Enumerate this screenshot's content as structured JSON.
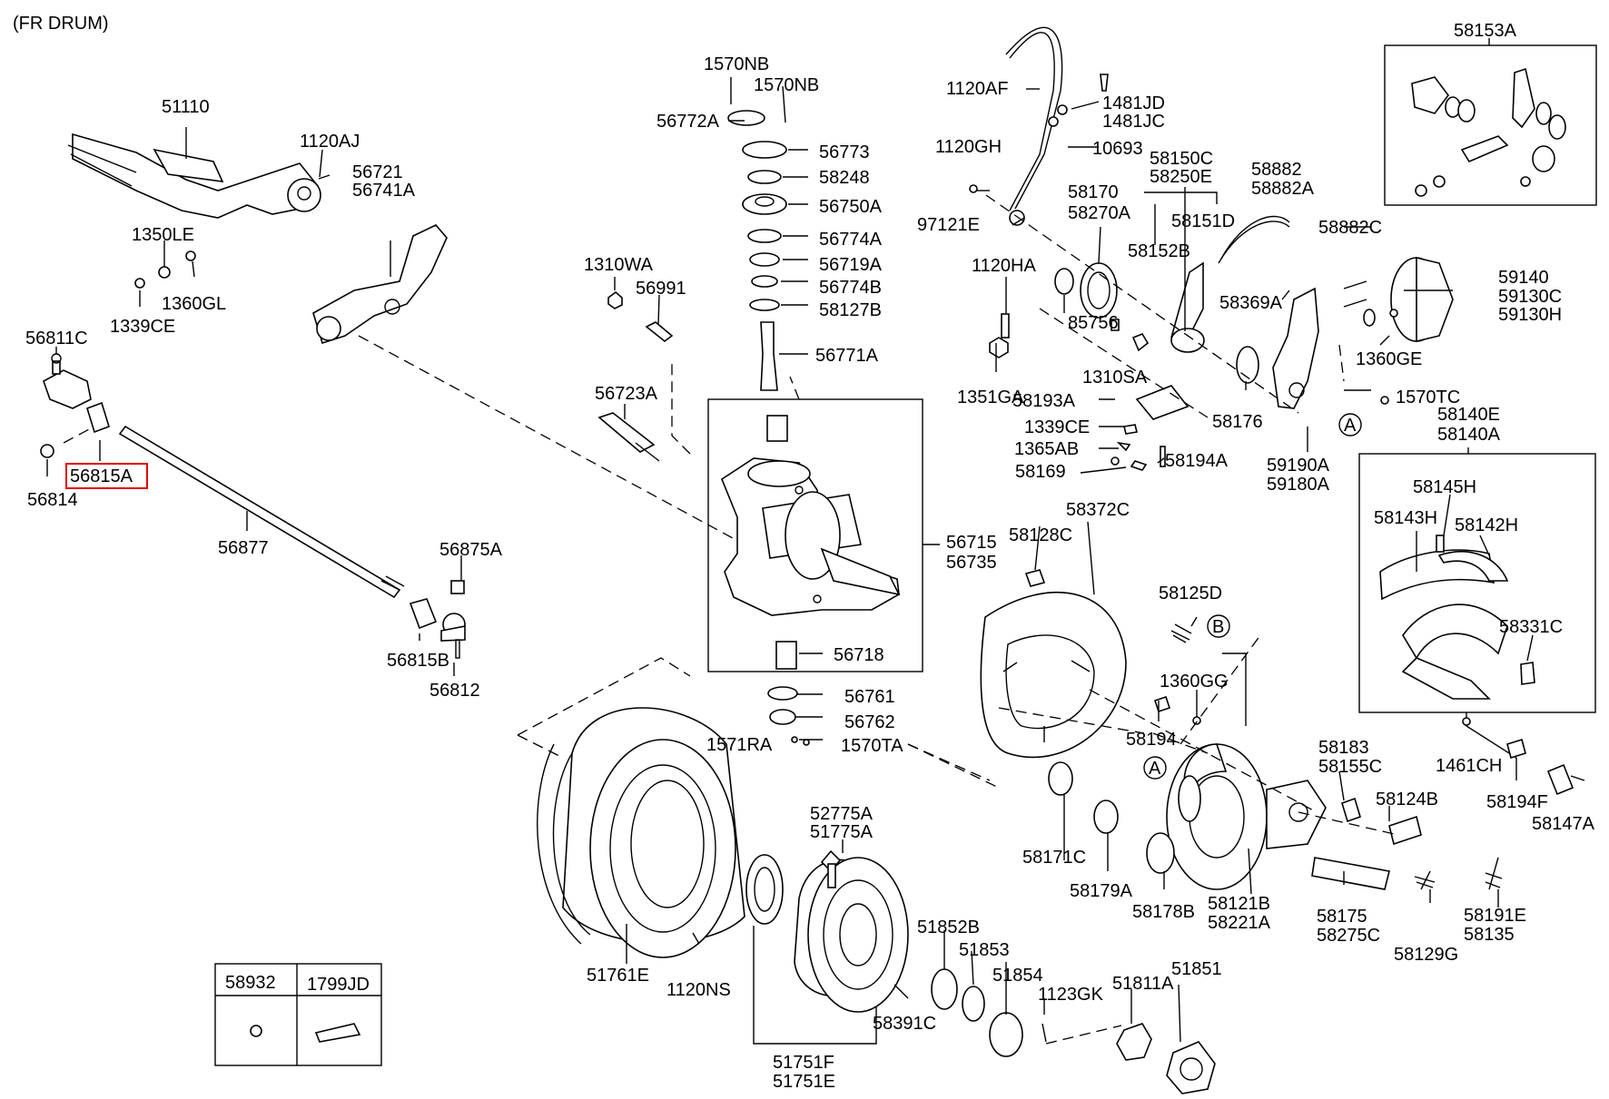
{
  "title": "(FR DRUM)",
  "highlight_color": "#e00000",
  "highlighted_part": "56815A",
  "labels": {
    "p51110": "51110",
    "p1120AJ": "1120AJ",
    "p56721": "56721",
    "p56741A": "56741A",
    "p1350LE": "1350LE",
    "p1360GL": "1360GL",
    "p1339CE_a": "1339CE",
    "p56811C": "56811C",
    "p56815A": "56815A",
    "p56814": "56814",
    "p56877": "56877",
    "p56875A": "56875A",
    "p56815B": "56815B",
    "p56812": "56812",
    "p1570NB_a": "1570NB",
    "p1570NB_b": "1570NB",
    "p56772A": "56772A",
    "p56773": "56773",
    "p58248": "58248",
    "p56750A": "56750A",
    "p56774A": "56774A",
    "p56719A": "56719A",
    "p56774B": "56774B",
    "p58127B": "58127B",
    "p56771A": "56771A",
    "p1310WA": "1310WA",
    "p56991": "56991",
    "p56723A": "56723A",
    "p56715": "56715",
    "p56735": "56735",
    "p56718": "56718",
    "p56761": "56761",
    "p56762": "56762",
    "p1571RA": "1571RA",
    "p1570TA": "1570TA",
    "p1120AF": "1120AF",
    "p1481JD": "1481JD",
    "p1481JC": "1481JC",
    "p10693": "10693",
    "p1120GH": "1120GH",
    "p58150C": "58150C",
    "p58250E": "58250E",
    "p58170": "58170",
    "p58270A": "58270A",
    "p58151D": "58151D",
    "p97121E": "97121E",
    "p58152B": "58152B",
    "p1120HA": "1120HA",
    "p85756": "85756",
    "p1310SA": "1310SA",
    "p1351GA": "1351GA",
    "p58193A": "58193A",
    "p1339CE_b": "1339CE",
    "p1365AB": "1365AB",
    "p58169": "58169",
    "p58194A": "58194A",
    "p58882": "58882",
    "p58882A": "58882A",
    "p58882C": "58882C",
    "p58369A": "58369A",
    "p58176": "58176",
    "p59190A": "59190A",
    "p59180A": "59180A",
    "p59140": "59140",
    "p59130C": "59130C",
    "p59130H": "59130H",
    "p1360GE": "1360GE",
    "p1570TC": "1570TC",
    "p58153A": "58153A",
    "p58140E": "58140E",
    "p58140A": "58140A",
    "p58145H": "58145H",
    "p58143H": "58143H",
    "p58142H": "58142H",
    "p58331C": "58331C",
    "p1461CH": "1461CH",
    "p58194F": "58194F",
    "p58147A": "58147A",
    "p58372C": "58372C",
    "p58128C": "58128C",
    "p58125D": "58125D",
    "p1360GG": "1360GG",
    "p58194": "58194",
    "p58183": "58183",
    "p58155C": "58155C",
    "p58124B": "58124B",
    "p58171C": "58171C",
    "p58179A": "58179A",
    "p58178B": "58178B",
    "p58121B": "58121B",
    "p58221A": "58221A",
    "p58175": "58175",
    "p58275C": "58275C",
    "p58129G": "58129G",
    "p58191E": "58191E",
    "p58135": "58135",
    "p52775A": "52775A",
    "p51775A": "51775A",
    "p51761E": "51761E",
    "p1120NS": "1120NS",
    "p51852B": "51852B",
    "p51853": "51853",
    "p51854": "51854",
    "p1123GK": "1123GK",
    "p51811A": "51811A",
    "p51851": "51851",
    "p58391C": "58391C",
    "p51751F": "51751F",
    "p51751E": "51751E",
    "p58932": "58932",
    "p1799JD": "1799JD",
    "refA1": "A",
    "refA2": "A",
    "refB": "B"
  }
}
